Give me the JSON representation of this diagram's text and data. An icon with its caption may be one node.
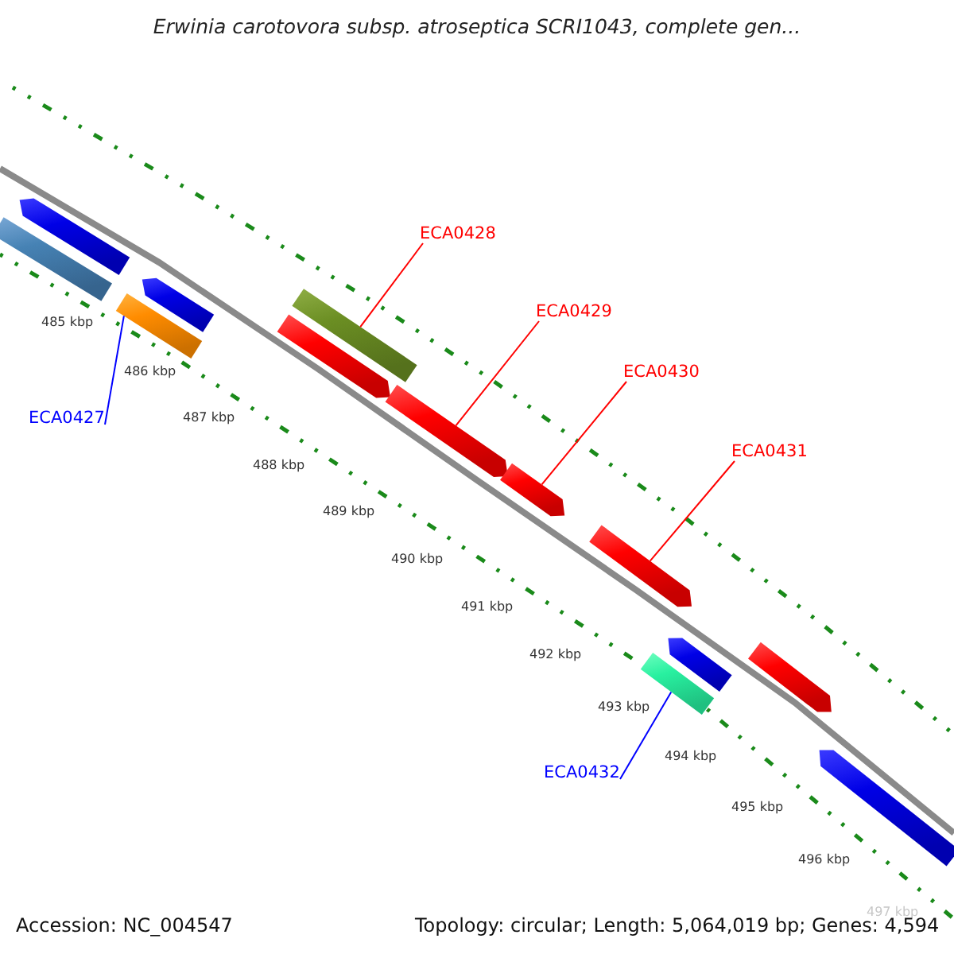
{
  "diagram": {
    "title": "Erwinia carotovora subsp. atroseptica SCRI1043, complete gen...",
    "nodes": [
      {
        "text": [],
        "shape": "bar"
      },
      {
        "text": [],
        "shape": "bar"
      },
      {
        "text": [],
        "shape": "bar"
      },
      {
        "text": [],
        "shape": "bar"
      },
      {
        "text": [],
        "shape": "bar"
      },
      {
        "text": [],
        "shape": "bar"
      },
      {
        "text": [],
        "shape": "bar"
      },
      {
        "text": [],
        "shape": "bar"
      },
      {
        "text": [],
        "shape": "bar"
      },
      {
        "text": [],
        "shape": "bar"
      },
      {
        "text": [],
        "shape": "bar"
      },
      {
        "text": [],
        "shape": "bar"
      },
      {
        "text": [],
        "shape": "bar"
      },
      {
        "text": [
          "ECA0428"
        ]
      },
      {
        "text": [
          "ECA0429"
        ]
      },
      {
        "text": [
          "ECA0430"
        ]
      },
      {
        "text": [
          "ECA0427"
        ]
      },
      {
        "text": [
          "ECA0431"
        ]
      },
      {
        "text": [
          "ECA0432"
        ]
      }
    ],
    "edges": [
      {
        "from": 13,
        "to": 5,
        "arrow": "none"
      },
      {
        "from": 14,
        "to": 6,
        "arrow": "none"
      },
      {
        "from": 15,
        "to": 7,
        "arrow": "none"
      },
      {
        "from": 16,
        "to": 2,
        "arrow": "none",
        "color": "#0000ff"
      },
      {
        "from": 17,
        "to": 8,
        "arrow": "none"
      },
      {
        "from": 18,
        "to": 9,
        "arrow": "none",
        "color": "#0000ff"
      }
    ],
    "labels": [
      "485 kbp",
      "486 kbp",
      "487 kbp",
      "488 kbp",
      "489 kbp",
      "490 kbp",
      "491 kbp",
      "492 kbp",
      "493 kbp",
      "494 kbp",
      "495 kbp",
      "496 kbp",
      "497 kbp",
      "Accession: NC_004547",
      "Topology: circular; Length: 5,064,019 bp; Genes: 4,594"
    ]
  }
}
